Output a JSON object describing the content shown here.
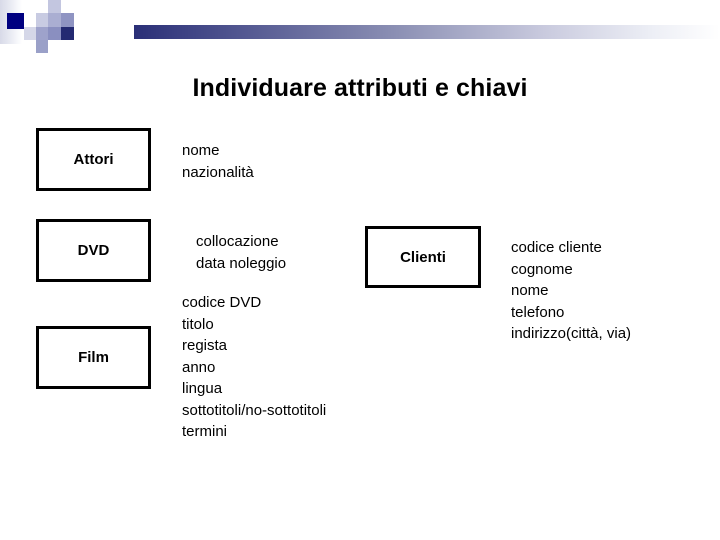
{
  "slide": {
    "title": "Individuare attributi e chiavi"
  },
  "decoration": {
    "accent_navy": "#000080",
    "gradient_start": "#2a2f77",
    "gradient_end": "#ffffff"
  },
  "entities": [
    {
      "id": "attori",
      "label": "Attori",
      "attributes": [
        "nome",
        "nazionalità"
      ]
    },
    {
      "id": "dvd",
      "label": "DVD",
      "attributes": [
        "collocazione",
        "data noleggio"
      ]
    },
    {
      "id": "film",
      "label": "Film",
      "attributes": [
        "codice DVD",
        "titolo",
        "regista",
        "anno",
        "lingua",
        "sottotitoli/no-sottotitoli",
        "termini"
      ]
    },
    {
      "id": "clienti",
      "label": "Clienti",
      "attributes": [
        "codice cliente",
        "cognome",
        "nome",
        "telefono",
        "indirizzo(città, via)"
      ]
    }
  ]
}
